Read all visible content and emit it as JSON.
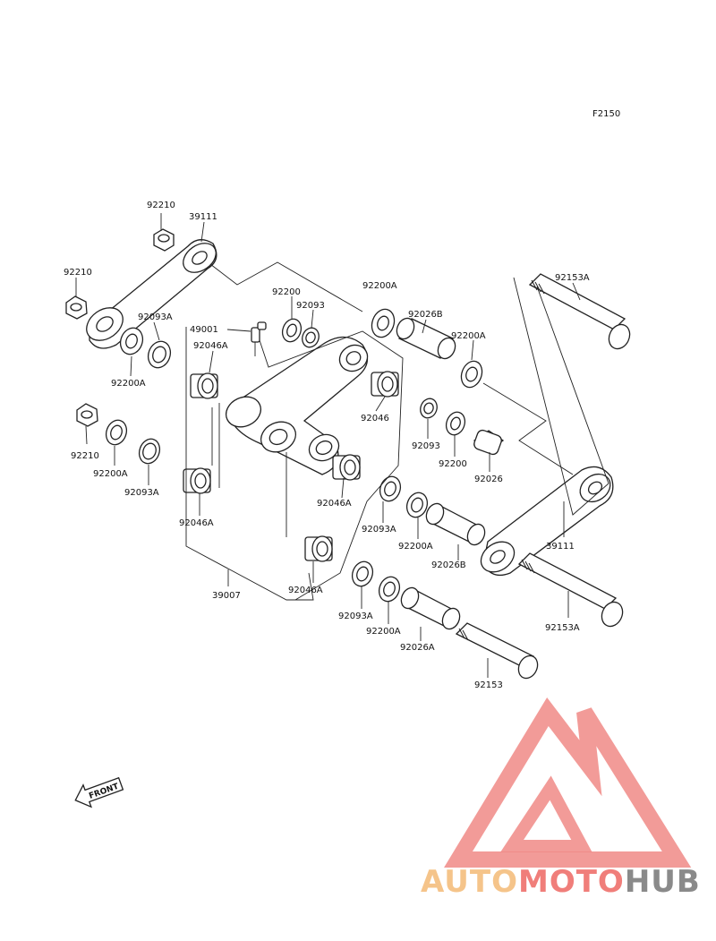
{
  "diagram": {
    "code": "F2150",
    "front_label": "FRONT",
    "labels": [
      {
        "id": "92210-top",
        "text": "92210"
      },
      {
        "id": "39111-left",
        "text": "39111"
      },
      {
        "id": "92210-left",
        "text": "92210"
      },
      {
        "id": "92093A-upper",
        "text": "92093A"
      },
      {
        "id": "92200A-upper-left",
        "text": "92200A"
      },
      {
        "id": "92200-top",
        "text": "92200"
      },
      {
        "id": "92093-top",
        "text": "92093"
      },
      {
        "id": "92200A-top",
        "text": "92200A"
      },
      {
        "id": "49001",
        "text": "49001"
      },
      {
        "id": "92046A-upper",
        "text": "92046A"
      },
      {
        "id": "92026B-upper",
        "text": "92026B"
      },
      {
        "id": "92200A-right",
        "text": "92200A"
      },
      {
        "id": "92153A-top",
        "text": "92153A"
      },
      {
        "id": "92046",
        "text": "92046"
      },
      {
        "id": "92093-mid",
        "text": "92093"
      },
      {
        "id": "92200-mid",
        "text": "92200"
      },
      {
        "id": "92026",
        "text": "92026"
      },
      {
        "id": "92210-lower",
        "text": "92210"
      },
      {
        "id": "92200A-lower-left",
        "text": "92200A"
      },
      {
        "id": "92093A-lower-left",
        "text": "92093A"
      },
      {
        "id": "92046A-right",
        "text": "92046A"
      },
      {
        "id": "92046A-left",
        "text": "92046A"
      },
      {
        "id": "92093A-mid",
        "text": "92093A"
      },
      {
        "id": "92200A-mid",
        "text": "92200A"
      },
      {
        "id": "92026B-lower",
        "text": "92026B"
      },
      {
        "id": "39111-right",
        "text": "39111"
      },
      {
        "id": "39007",
        "text": "39007"
      },
      {
        "id": "92046A-bottom",
        "text": "92046A"
      },
      {
        "id": "92093A-bottom",
        "text": "92093A"
      },
      {
        "id": "92200A-bottom",
        "text": "92200A"
      },
      {
        "id": "92026A",
        "text": "92026A"
      },
      {
        "id": "92153A-lower",
        "text": "92153A"
      },
      {
        "id": "92153",
        "text": "92153"
      }
    ]
  },
  "watermark": {
    "part1": "AUTO",
    "part2": "MOTO",
    "part3": "HUB",
    "color_auto": "#f5c48a",
    "color_moto": "#f07e7a",
    "color_hub": "#8a8a8a",
    "triangle_color": "#f08a86"
  }
}
